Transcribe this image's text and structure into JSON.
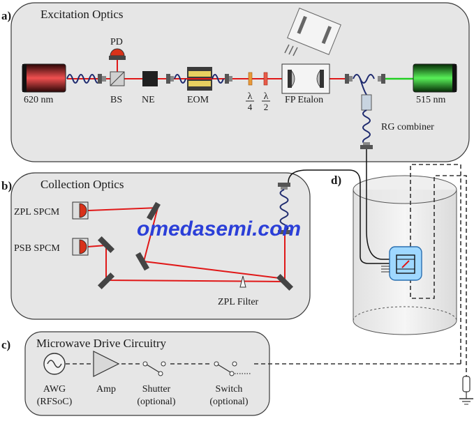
{
  "colors": {
    "panel_fill": "#e6e6e6",
    "panel_stroke": "#3a3a3a",
    "red_beam": "#e01818",
    "green_beam": "#22d022",
    "fiber_coil": "#1e2a6e",
    "detector": "#d8321a",
    "watermark": "#2b3fd8",
    "sample_chip": "#9fd8ff"
  },
  "panel_a": {
    "letter": "a)",
    "title": "Excitation Optics",
    "labels": {
      "pd": "PD",
      "red_laser": "620 nm",
      "bs": "BS",
      "ne": "NE",
      "eom": "EOM",
      "fp_etalon": "FP Etalon",
      "green_laser": "515 nm",
      "rg_combiner": "RG combiner",
      "qwp_num": "λ",
      "qwp_den": "4",
      "hwp_num": "λ",
      "hwp_den": "2"
    }
  },
  "panel_b": {
    "letter": "b)",
    "title": "Collection Optics",
    "labels": {
      "zpl_spcm": "ZPL SPCM",
      "psb_spcm": "PSB SPCM",
      "zpl_filter": "ZPL Filter"
    }
  },
  "panel_c": {
    "letter": "c)",
    "title": "Microwave Drive Circuitry",
    "labels": {
      "awg_line1": "AWG",
      "awg_line2": "(RFSoC)",
      "amp": "Amp",
      "shutter_line1": "Shutter",
      "shutter_line2": "(optional)",
      "switch_line1": "Switch",
      "switch_line2": "(optional)"
    }
  },
  "panel_d": {
    "letter": "d)"
  },
  "watermark": "omedasemi.com",
  "icons": [
    "laser-icon",
    "photodiode-icon",
    "fiber-coil-icon",
    "mirror-icon",
    "spcm-detector-icon",
    "sine-source-icon",
    "amplifier-icon",
    "switch-icon",
    "ground-icon",
    "cryostat-icon"
  ]
}
